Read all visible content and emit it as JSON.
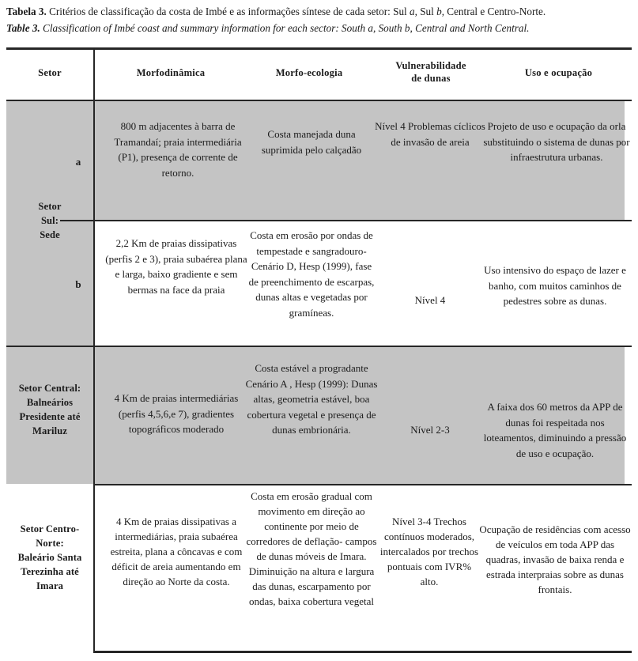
{
  "caption": {
    "pt_label": "Tabela 3.",
    "pt_text_1": " Critérios de classificação da costa de Imbé e as informações síntese de cada setor: Sul ",
    "pt_it_1": "a",
    "pt_text_2": ", Sul ",
    "pt_it_2": "b",
    "pt_text_3": ", Central e Centro-Norte.",
    "en_label": "Table 3.",
    "en_text": " Classification of Imbé coast and summary information for each sector: South a, South b, Central and North Central."
  },
  "table": {
    "headers": [
      "Setor",
      "Morfodinâmica",
      "Morfo-ecologia",
      "Vulnerabilidade\nde dunas",
      "Uso e ocupação"
    ],
    "header_vulnerabilidade_line1": "Vulnerabilidade",
    "header_vulnerabilidade_line2": "de dunas",
    "rows": [
      {
        "sector": "Setor\nSul:\nSede",
        "sector_line1": "Setor",
        "sector_line2": "Sul:",
        "sector_line3": "Sede",
        "subsector": "a",
        "morfodinamica": "800 m adjacentes à barra de Tramandaí; praia intermediária (P1), presença de corrente de retorno.",
        "morfo_ecologia": "Costa manejada duna suprimida pelo calçadão",
        "vulnerabilidade": "Nível 4 Problemas cíclicos de invasão de areia",
        "uso_ocupacao": "Projeto de uso e ocupação da orla substituindo o sistema de dunas por infraestrutura urbanas.",
        "shaded": true
      },
      {
        "subsector": "b",
        "morfodinamica": "2,2 Km de praias dissipativas (perfis 2 e 3), praia subaérea plana e larga, baixo gradiente e sem bermas na face da praia",
        "morfo_ecologia": "Costa em erosão por ondas de tempestade e sangradouro- Cenário D, Hesp (1999), fase de preenchimento de escarpas, dunas altas e vegetadas por gramíneas.",
        "vulnerabilidade": "Nível 4",
        "uso_ocupacao": "Uso intensivo do espaço de lazer e banho, com muitos caminhos de pedestres sobre as dunas.",
        "shaded": false
      },
      {
        "sector": "Setor Central: Balneários Presidente até Mariluz",
        "sector_line1": "Setor Central:",
        "sector_line2": "Balneários",
        "sector_line3": "Presidente até",
        "sector_line4": "Mariluz",
        "subsector": "",
        "morfodinamica": "4 Km de praias intermediárias (perfis 4,5,6,e 7), gradientes topográficos moderado",
        "morfo_ecologia": "Costa estável a progradante Cenário A ,  Hesp (1999): Dunas altas, geometria estável, boa cobertura vegetal e presença de dunas embrionária.",
        "vulnerabilidade": "Nível 2-3",
        "uso_ocupacao": "A faixa dos 60 metros da APP de dunas foi respeitada nos loteamentos, diminuindo a pressão de uso e ocupação.",
        "shaded": true
      },
      {
        "sector": "Setor Centro-Norte: Baleário Santa Terezinha até Imara",
        "sector_line1": "Setor Centro-",
        "sector_line2": "Norte:",
        "sector_line3": "Baleário Santa",
        "sector_line4": "Terezinha até",
        "sector_line5": "Imara",
        "subsector": "",
        "morfodinamica": "4 Km de  praias dissipativas a intermediárias, praia subaérea estreita, plana a côncavas e com déficit de areia aumentando em direção ao Norte da costa.",
        "morfo_ecologia": "Costa em erosão gradual com movimento em direção ao continente por meio de corredores de deflação- campos de dunas móveis de Imara. Diminuição na altura e largura das dunas, escarpamento por ondas, baixa cobertura vegetal",
        "vulnerabilidade": "Nível 3-4 Trechos contínuos moderados, intercalados por trechos pontuais com IVR% alto.",
        "uso_ocupacao": "Ocupação de residências com acesso de veículos em toda APP das quadras, invasão de baixa renda e estrada interpraias sobre as dunas frontais.",
        "shaded": false
      }
    ]
  },
  "colors": {
    "shade": "#c4c4c4",
    "rule": "#262626",
    "text": "#1b1b1b",
    "background": "#ffffff"
  }
}
